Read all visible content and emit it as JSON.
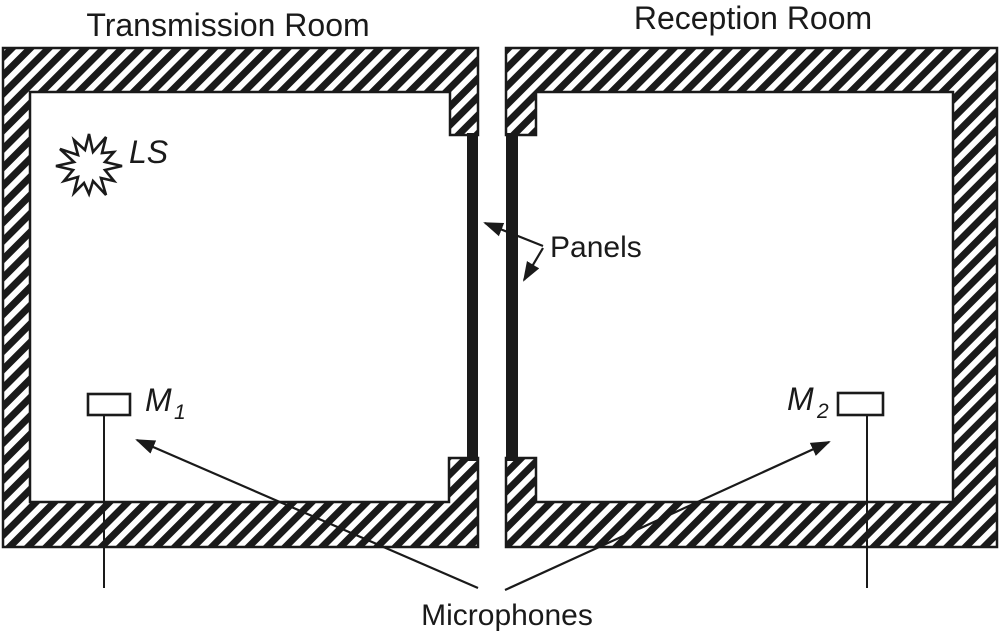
{
  "titles": {
    "transmission_room": "Transmission Room",
    "reception_room": "Reception Room"
  },
  "labels": {
    "loudspeaker": "LS",
    "mic1_symbol": "M",
    "mic1_subscript": "1",
    "mic2_symbol": "M",
    "mic2_subscript": "2",
    "panels": "Panels",
    "microphones": "Microphones"
  },
  "colors": {
    "ink": "#1a1a1a",
    "background": "#ffffff"
  }
}
